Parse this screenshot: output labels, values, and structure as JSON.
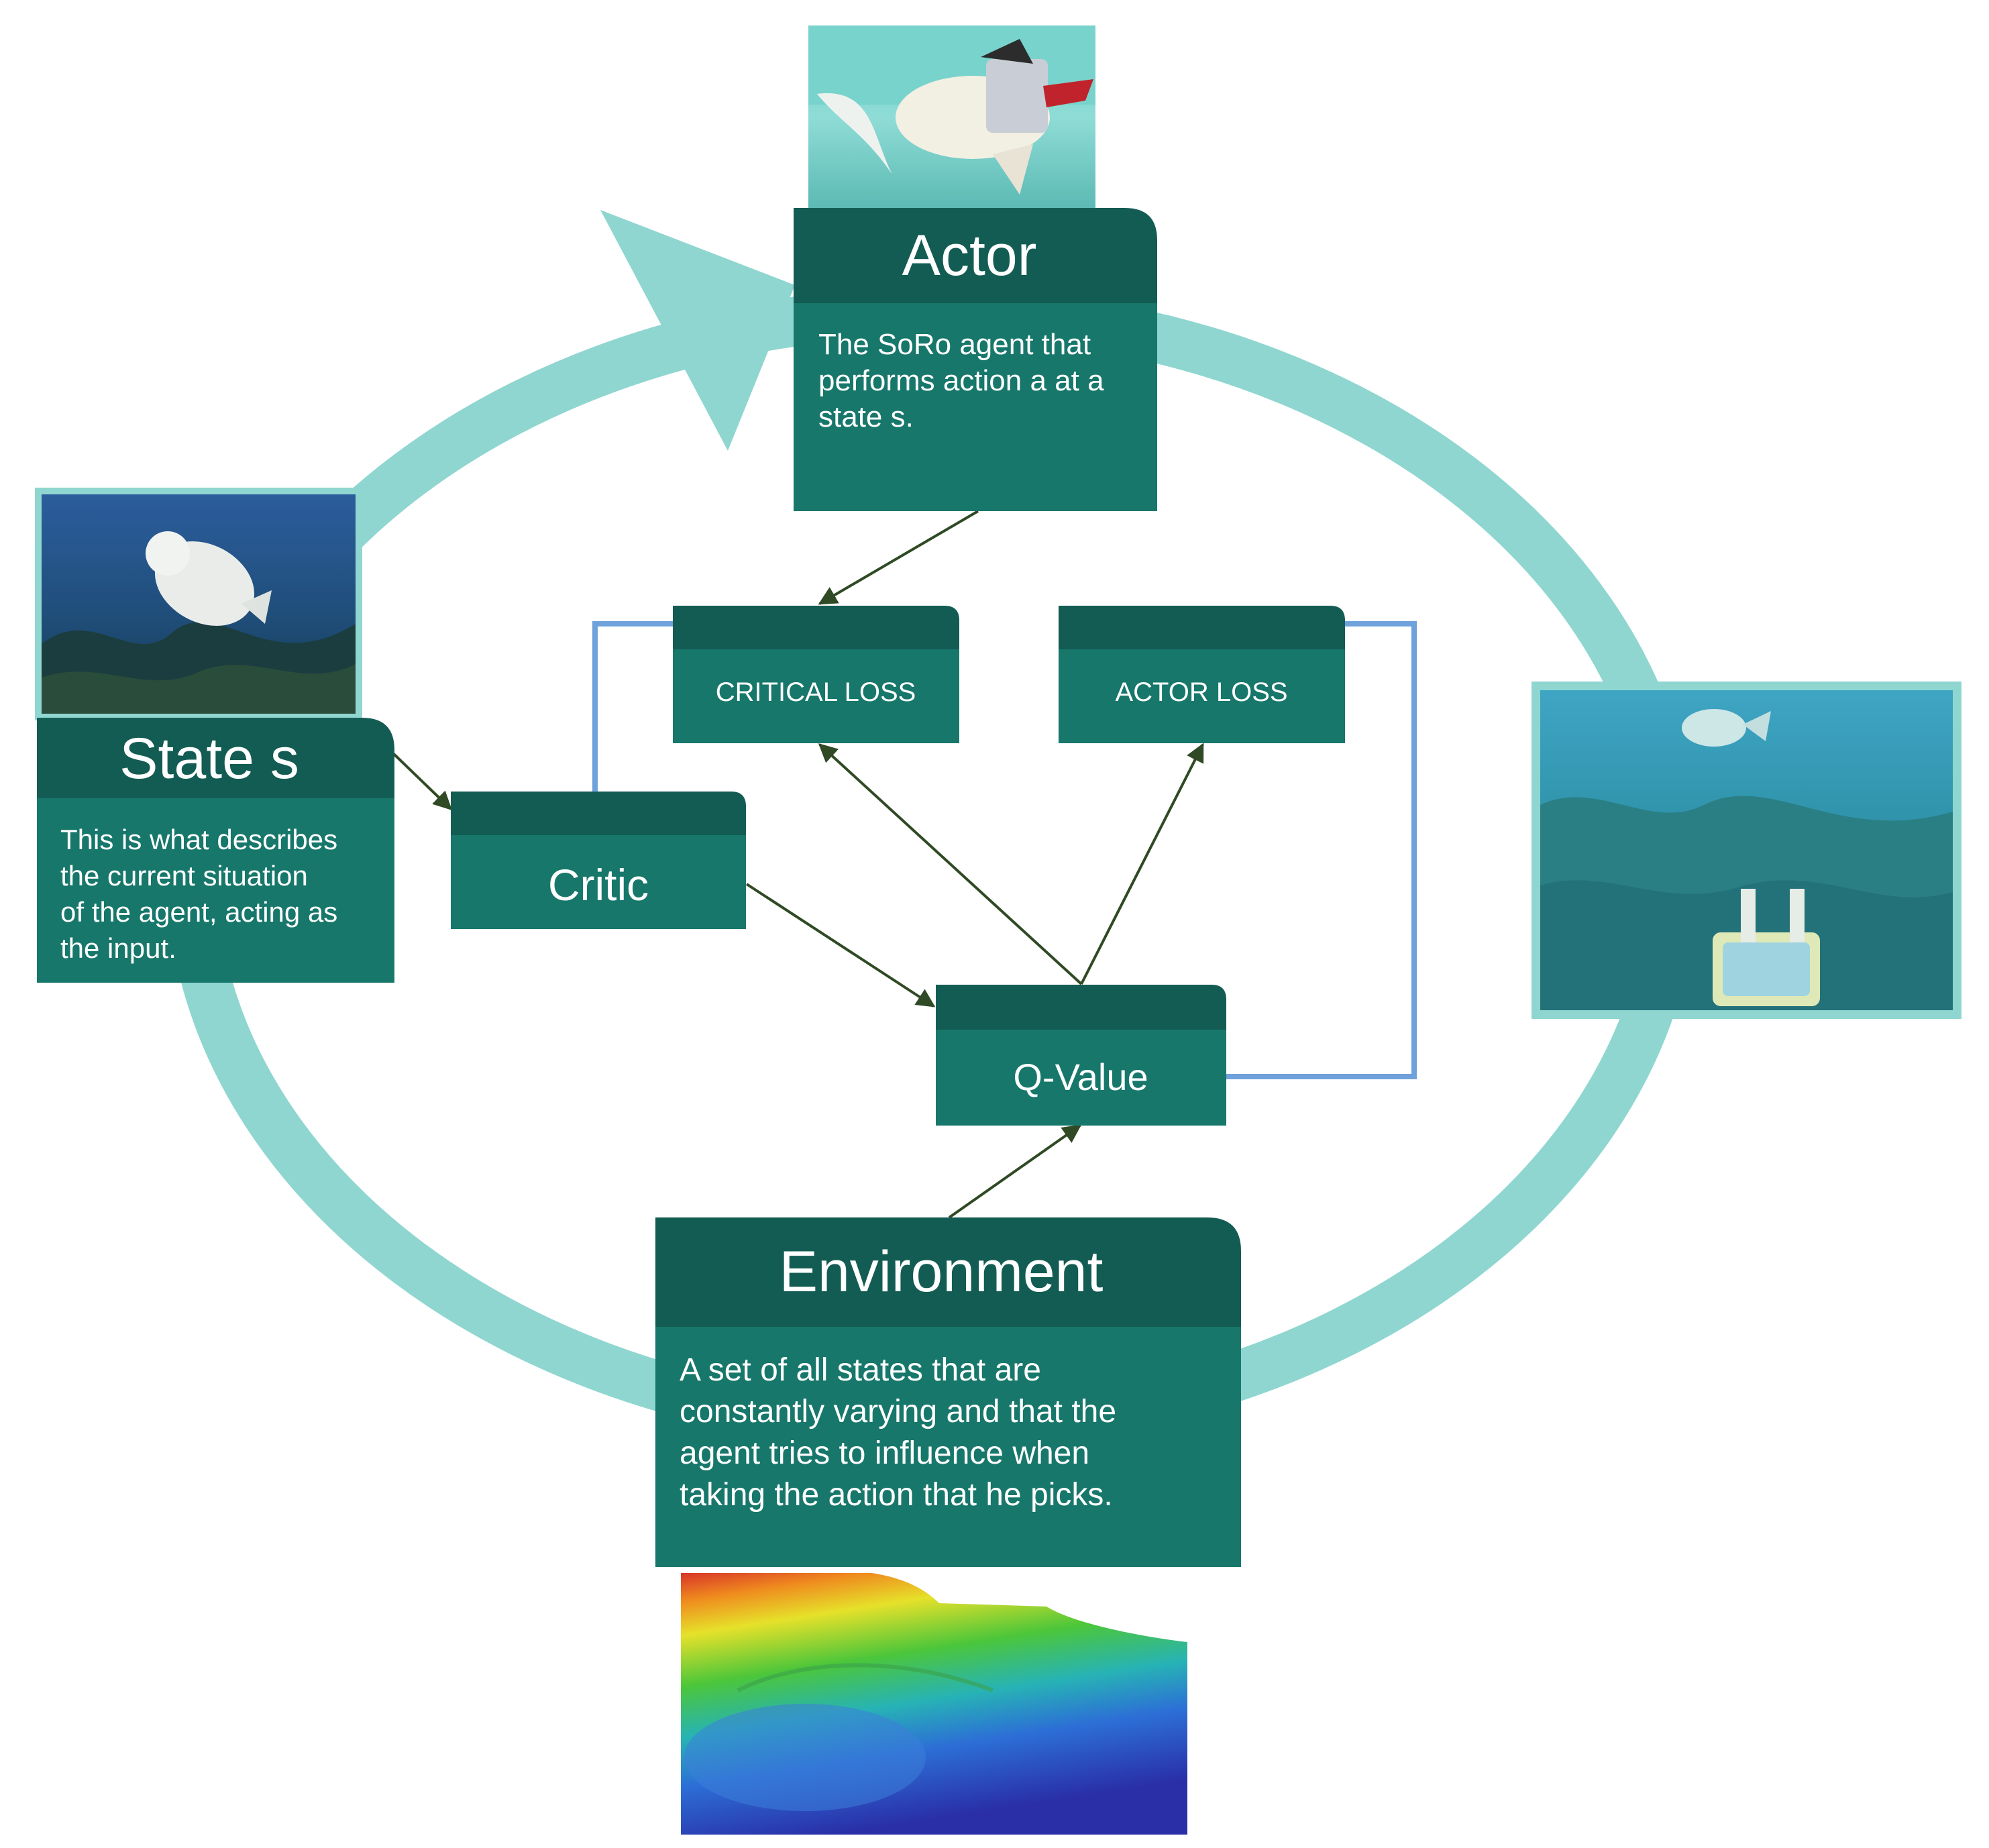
{
  "colors": {
    "ring": "#8fd6d0",
    "box_header": "#135c53",
    "box_body": "#17776b",
    "link_line": "#2f4a24",
    "feedback_line": "#6fa2da",
    "photo_border": "#8fd6d0"
  },
  "actor": {
    "title": "Actor",
    "body": [
      "The SoRo agent that",
      "performs action a at a",
      "state s."
    ]
  },
  "state": {
    "title": "State s",
    "body": [
      "This is what describes",
      "the current situation",
      "of the agent, acting as",
      "the input."
    ]
  },
  "environment": {
    "title": "Environment",
    "body": [
      "A set of all states that are",
      "constantly varying and that the",
      "agent tries to influence when",
      "taking the action that he picks."
    ]
  },
  "critical_loss": {
    "label": "CRITICAL LOSS"
  },
  "actor_loss": {
    "label": "ACTOR LOSS"
  },
  "critic": {
    "label": "Critic"
  },
  "q_value": {
    "label": "Q-Value"
  },
  "photos": {
    "top": "robotic-fish-in-pool",
    "left": "robotic-fish-over-reef",
    "right": "robotic-fish-reef-with-controller",
    "bottom": "seafloor-bathymetry-map"
  }
}
